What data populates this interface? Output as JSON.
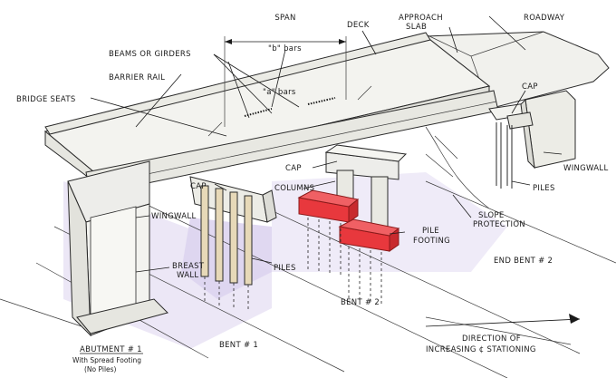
{
  "labels": {
    "span": "SPAN",
    "deck": "DECK",
    "approach_slab_1": "APPROACH",
    "approach_slab_2": "SLAB",
    "roadway": "ROADWAY",
    "beams_or_girders": "BEAMS OR GIRDERS",
    "b_bars": "\"b\" bars",
    "barrier_rail": "BARRIER RAIL",
    "a_bars": "\"a\" bars",
    "bridge_seats": "BRIDGE SEATS",
    "cap_right": "CAP",
    "cap_mid": "CAP",
    "columns": "COLUMNS",
    "cap_left": "CAP",
    "wingwall_right": "WINGWALL",
    "wingwall_left": "WINGWALL",
    "piles_right": "PILES",
    "slope_protection_1": "SLOPE",
    "slope_protection_2": "PROTECTION",
    "pile_footing_1": "PILE",
    "pile_footing_2": "FOOTING",
    "breast_wall_1": "BREAST",
    "breast_wall_2": "WALL",
    "piles_left": "PILES",
    "end_bent_2": "END  BENT # 2",
    "bent_2": "BENT # 2",
    "direction_1": "DIRECTION    OF",
    "direction_2": "INCREASING  ¢  STATIONING",
    "abutment_1": "ABUTMENT # 1",
    "abutment_sub_1": "With Spread Footing",
    "abutment_sub_2": "(No Piles)",
    "bent_1": "BENT # 1"
  },
  "colors": {
    "ink": "#2a2a2a",
    "footing_red": "#e8383d",
    "ground_shade": "#e3dcf2",
    "concrete": "#f2f2ee"
  }
}
